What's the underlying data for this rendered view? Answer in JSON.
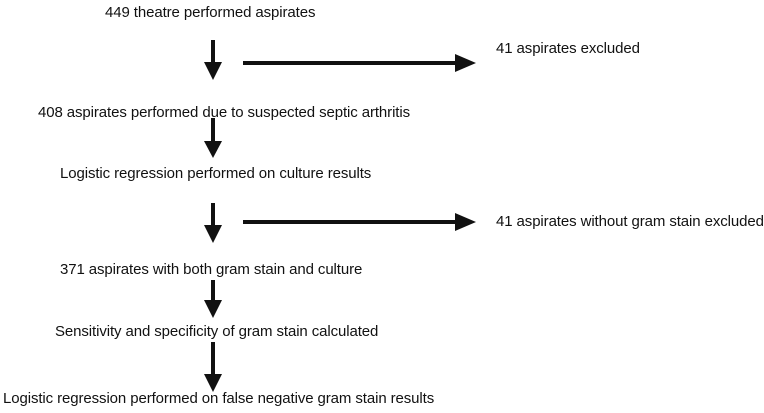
{
  "flowchart": {
    "step_1": "449 theatre performed aspirates",
    "exclusion_1": "41 aspirates excluded",
    "step_2": "408 aspirates performed due to suspected septic arthritis",
    "step_3": "Logistic regression performed on culture results",
    "exclusion_2": "41 aspirates without gram stain excluded",
    "step_4": "371 aspirates with both gram stain and culture",
    "step_5": "Sensitivity and specificity of gram stain calculated",
    "step_6": "Logistic regression performed on false negative gram stain results"
  },
  "colors": {
    "arrow": "#111111",
    "text": "#111111"
  }
}
